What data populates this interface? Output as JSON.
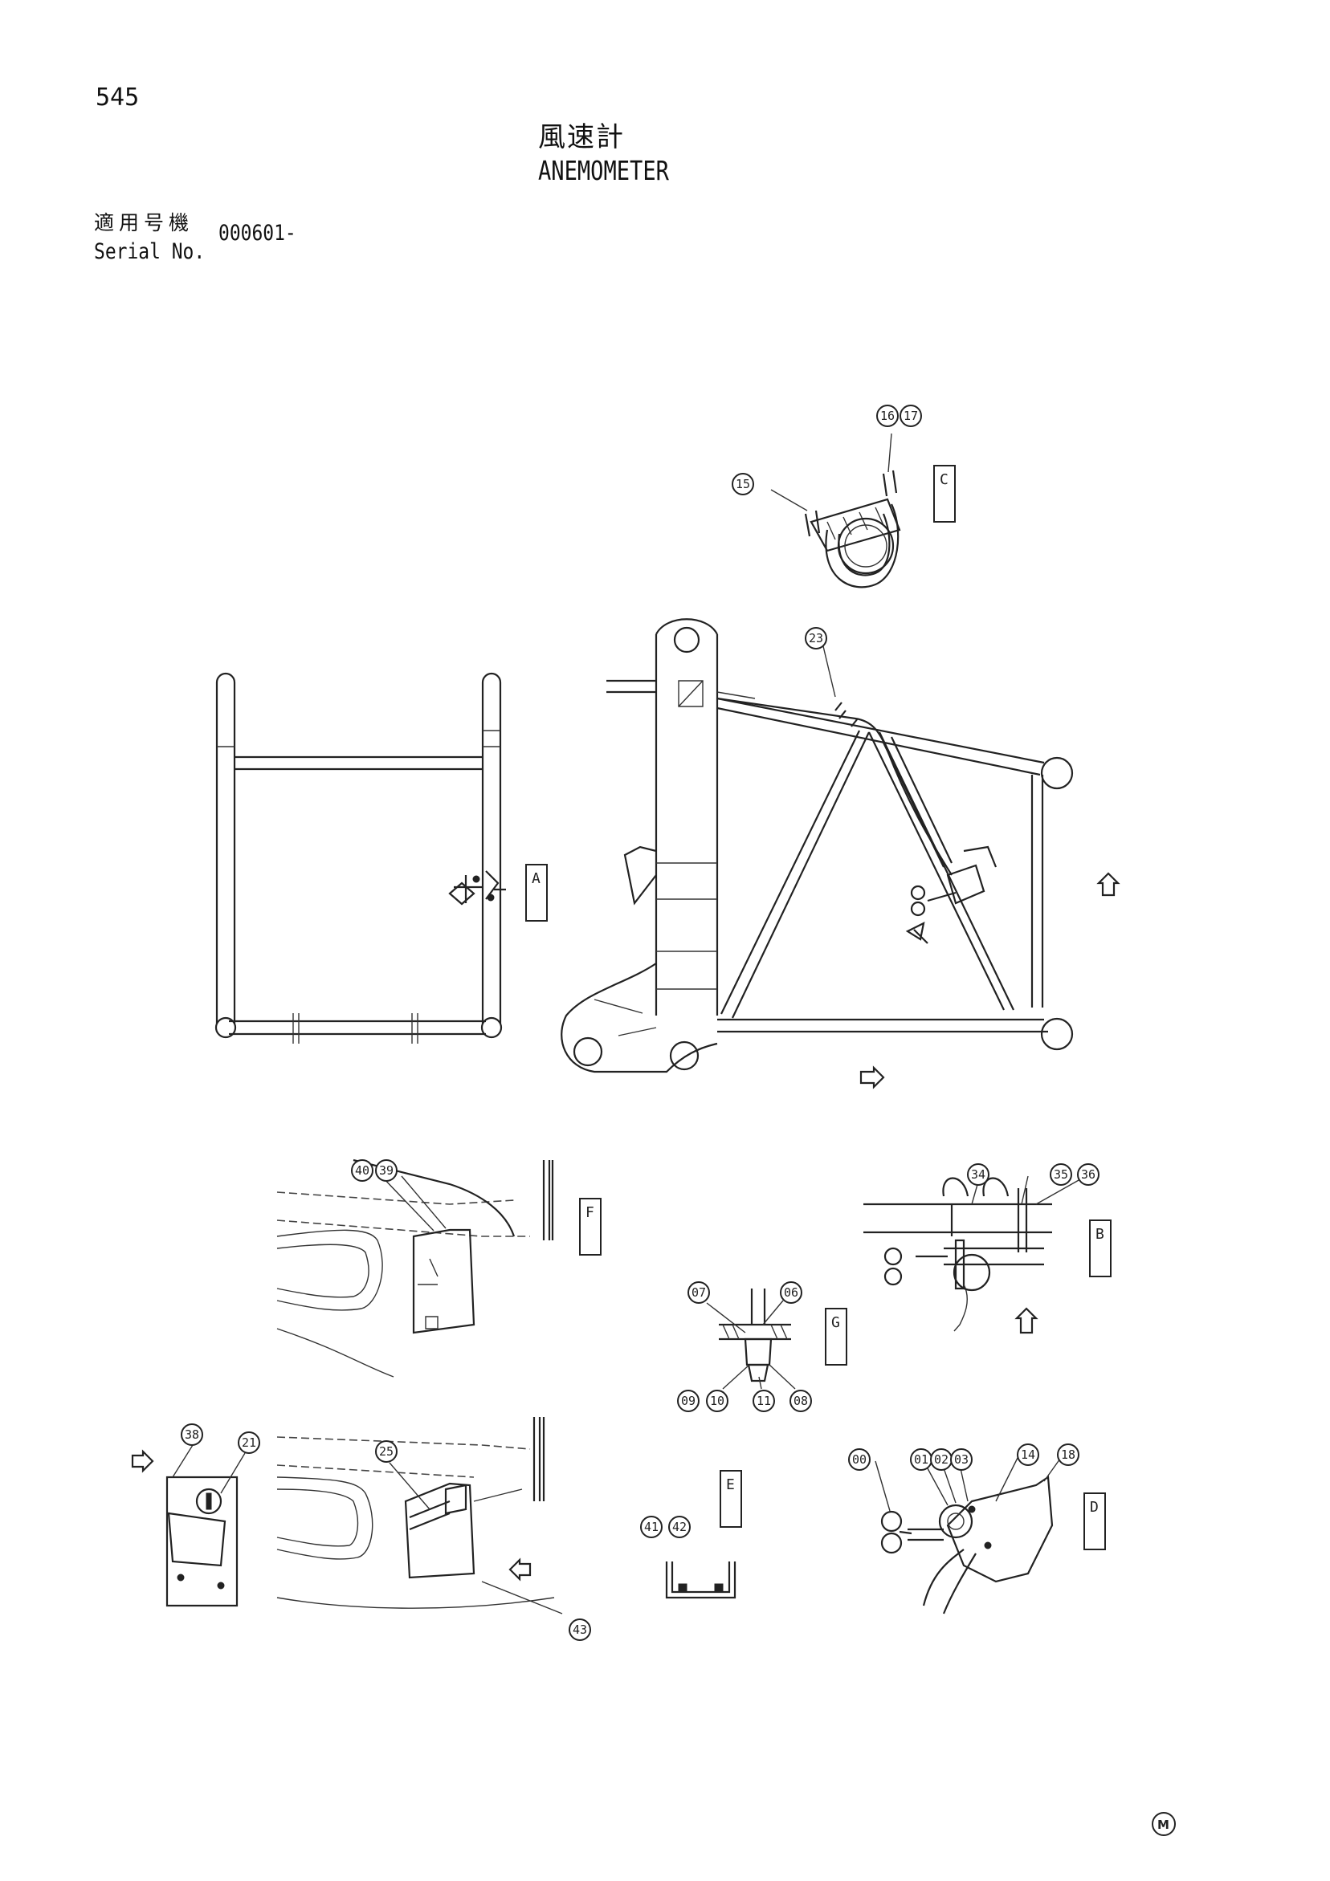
{
  "header": {
    "page_number": "545",
    "title_ja": "風速計",
    "title_en": "ANEMOMETER",
    "serial_label_ja": "適用号機",
    "serial_label_en": "Serial No.",
    "serial_value": "000601-"
  },
  "section_tags": {
    "a": "A",
    "b": "B",
    "c": "C",
    "d": "D",
    "e": "E",
    "f": "F",
    "g": "G"
  },
  "part_callouts": {
    "p00": "00",
    "p01": "01",
    "p02": "02",
    "p03": "03",
    "p06": "06",
    "p07": "07",
    "p08": "08",
    "p09": "09",
    "p10": "10",
    "p11": "11",
    "p14": "14",
    "p15": "15",
    "p16": "16",
    "p17": "17",
    "p18": "18",
    "p21": "21",
    "p23": "23",
    "p25": "25",
    "p34": "34",
    "p35": "35",
    "p36": "36",
    "p38": "38",
    "p39": "39",
    "p40": "40",
    "p41": "41",
    "p42": "42",
    "p43": "43"
  },
  "footer": {
    "mark": "M"
  }
}
